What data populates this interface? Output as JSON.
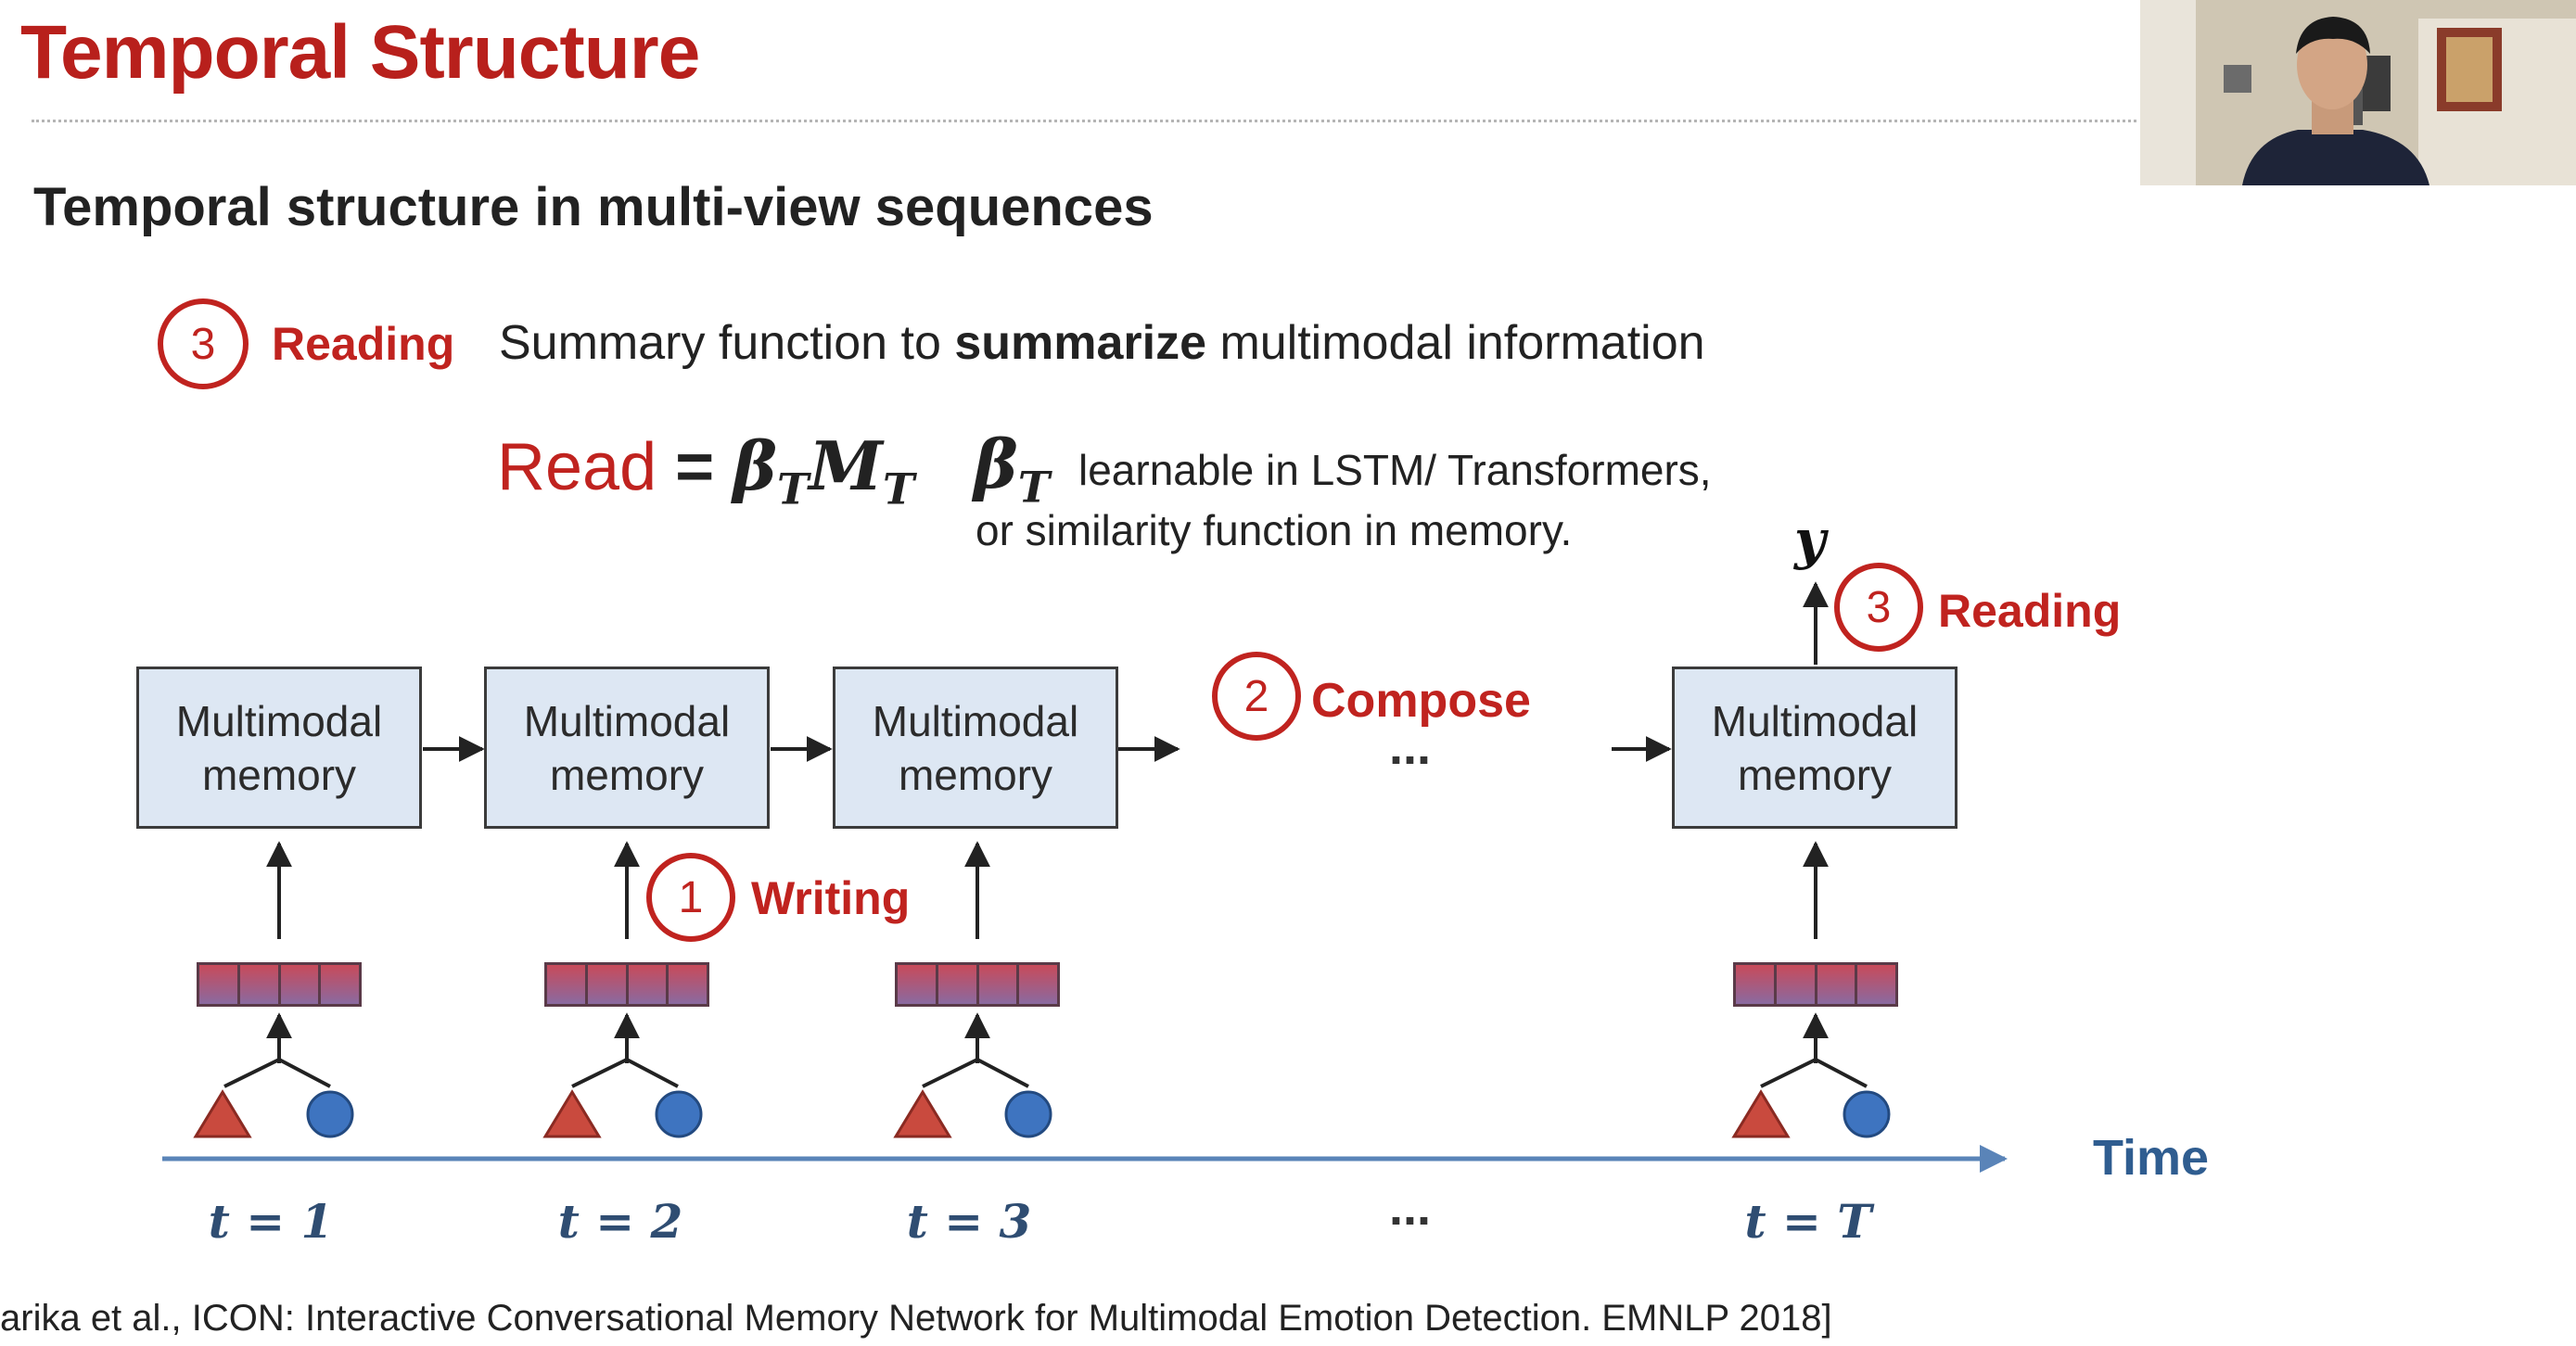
{
  "slide": {
    "title": "Temporal Structure",
    "subtitle": "Temporal structure in multi-view sequences"
  },
  "reading_step": {
    "number": "3",
    "label": "Reading",
    "summary_pre": "Summary function to ",
    "summary_bold": "summarize",
    "summary_post": " multimodal information"
  },
  "formula": {
    "read": "Read",
    "equals": " = ",
    "beta": "β",
    "sub_t": "T",
    "m": "M",
    "beta_note": "β",
    "note_line1": "learnable in LSTM/ Transformers,",
    "note_line2": "or similarity function in memory."
  },
  "diagram": {
    "memory_boxes": [
      {
        "line1": "Multimodal",
        "line2": "memory"
      },
      {
        "line1": "Multimodal",
        "line2": "memory"
      },
      {
        "line1": "Multimodal",
        "line2": "memory"
      },
      {
        "line1": "Multimodal",
        "line2": "memory"
      }
    ],
    "steps": [
      {
        "number": "1",
        "label": "Writing"
      },
      {
        "number": "2",
        "label": "Compose"
      },
      {
        "number": "3",
        "label": "Reading"
      }
    ],
    "output_label": "y",
    "ellipsis": "...",
    "time_label": "Time",
    "time_steps": [
      "t = 1",
      "t = 2",
      "t = 3",
      "...",
      "t = T"
    ],
    "colors": {
      "triangle": "#c94a3e",
      "circle": "#3e74c0",
      "accent_red": "#c0231f",
      "box_fill": "#dde7f3",
      "time_axis": "#5a84b8"
    }
  },
  "citation": "arika et al., ICON: Interactive Conversational Memory Network for Multimodal Emotion Detection. EMNLP 2018]"
}
